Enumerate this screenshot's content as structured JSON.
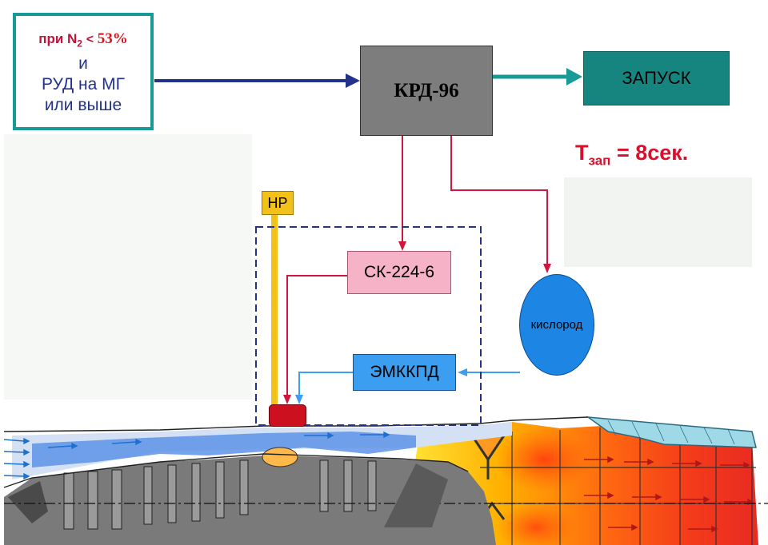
{
  "condition": {
    "line1_prefix": "при N",
    "line1_sub": "2",
    "line1_op": "<",
    "line1_value": "53%",
    "line2": "и",
    "line3": "РУД на МГ",
    "line4": "или выше"
  },
  "controller": {
    "label": "КРД-96"
  },
  "start": {
    "label": "ЗАПУСК"
  },
  "time": {
    "prefix": "T",
    "sub": "зап",
    "value": "= 8сек."
  },
  "pump": {
    "label": "НР"
  },
  "valve": {
    "label": "СК-224-6"
  },
  "oxygen": {
    "label": "кислород"
  },
  "solenoid": {
    "label": "ЭМККПД"
  },
  "colors": {
    "teal": "#1a9a96",
    "navy": "#23328a",
    "controller_gray": "#7d7d7d",
    "start_teal": "#168580",
    "signal_red": "#d2153c",
    "time_red": "#d8102c",
    "pump_yellow": "#f2c21b",
    "valve_pink": "#f6b2c6",
    "oxygen_blue": "#1d86e4",
    "solenoid_blue": "#3c9ef0",
    "igniter_red": "#cc1020",
    "engine_blue": "#5e93e8"
  }
}
